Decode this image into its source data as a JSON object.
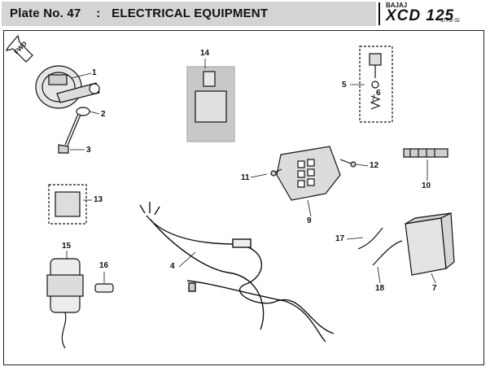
{
  "header": {
    "plate_label": "Plate No. 47",
    "separator": ":",
    "section_title": "ELECTRICAL EQUIPMENT"
  },
  "brand": {
    "maker": "BAJAJ",
    "model": "XCD 125",
    "subtitle": "DTS-Si"
  },
  "diagram": {
    "fwd_label": "FWD",
    "callouts": [
      "1",
      "2",
      "3",
      "4",
      "5",
      "6",
      "7",
      "9",
      "10",
      "11",
      "12",
      "13",
      "14",
      "15",
      "16",
      "17",
      "18"
    ],
    "colors": {
      "line": "#111111",
      "part_fill": "#cfcfcf",
      "header_bg": "#d4d4d4"
    }
  }
}
